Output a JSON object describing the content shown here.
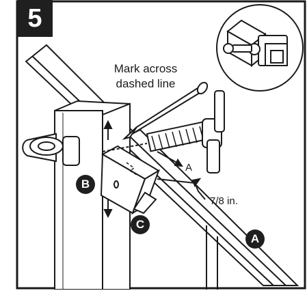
{
  "step": {
    "number": "5"
  },
  "callouts": {
    "mark_note": [
      "Mark across",
      "dashed line"
    ],
    "measurement": "7/8 in.",
    "dim_letter": "A"
  },
  "badges": {
    "b": "B",
    "c": "C",
    "a": "A"
  },
  "colors": {
    "ink": "#1a1a1a",
    "fill_dark": "#1f1f1f",
    "background": "#ffffff"
  }
}
